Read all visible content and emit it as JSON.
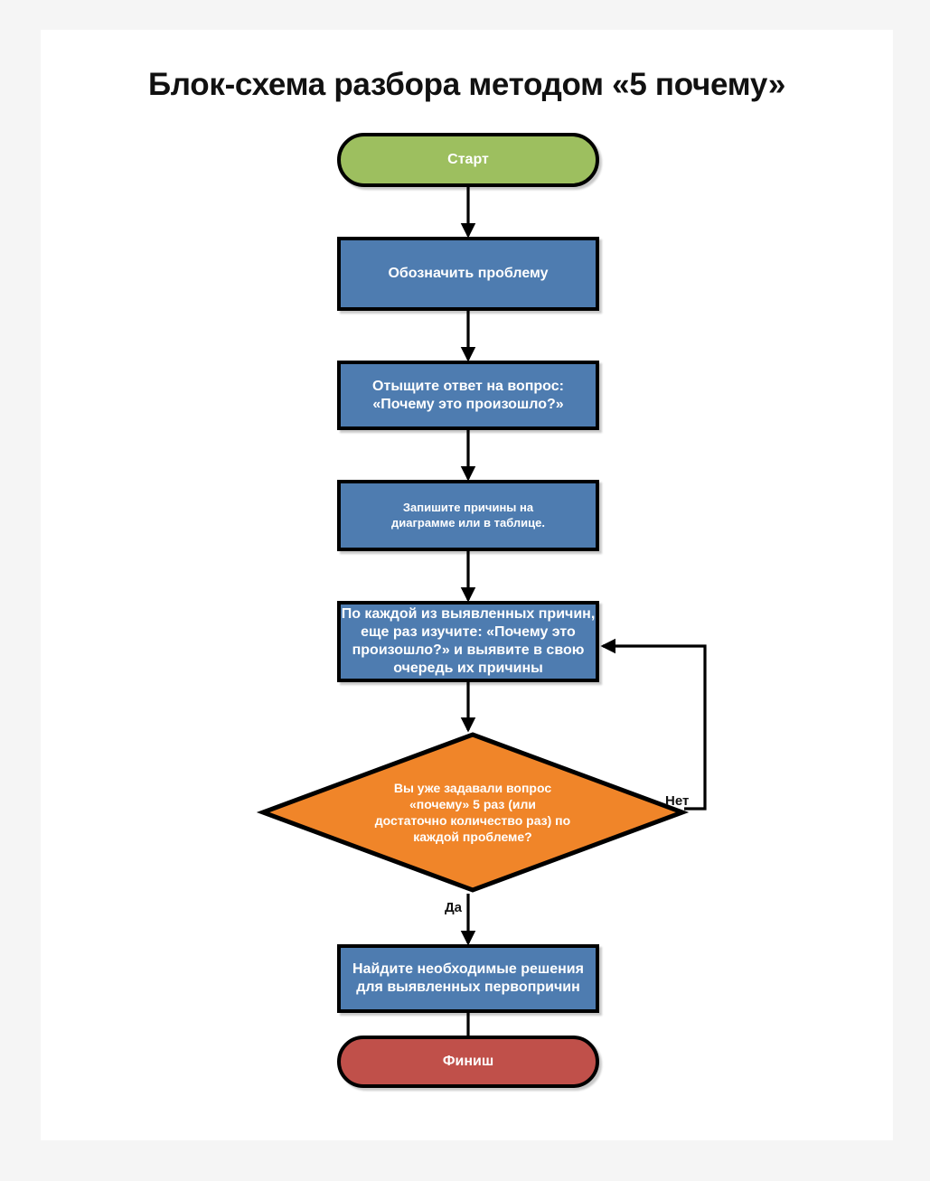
{
  "page": {
    "background_color": "#f5f5f5",
    "card_color": "#ffffff"
  },
  "header": {
    "title": "Блок-схема разбора методом «5 почему»"
  },
  "palette": {
    "start_green": "#9dbf5f",
    "process_blue": "#4e7cb0",
    "decision_orange": "#f08529",
    "end_red": "#c0504a",
    "outline_black": "#000000",
    "node_text": "#ffffff",
    "edge_label_text": "#111111"
  },
  "chart_data": {
    "type": "flowchart",
    "title": "Блок-схема разбора методом «5 почему»",
    "orientation": "top-to-bottom",
    "nodes": [
      {
        "id": "start",
        "shape": "terminator",
        "label": "Старт",
        "color": "#9dbf5f"
      },
      {
        "id": "define-problem",
        "shape": "process",
        "label": "Обозначить проблему",
        "color": "#4e7cb0"
      },
      {
        "id": "find-answer",
        "shape": "process",
        "label_lines": [
          "Отыщите ответ на вопрос:",
          "«Почему это произошло?»"
        ],
        "color": "#4e7cb0"
      },
      {
        "id": "record-causes",
        "shape": "process",
        "label_lines": [
          "Запишите причины на",
          "диаграмме или в таблице."
        ],
        "color": "#4e7cb0"
      },
      {
        "id": "repeat-why",
        "shape": "process",
        "label_lines": [
          "По каждой из выявленных причин,",
          "еще раз изучите: «Почему это",
          "произошло?» и выявите в свою",
          "очередь их причины"
        ],
        "color": "#4e7cb0"
      },
      {
        "id": "decision-five-times",
        "shape": "decision",
        "label_lines": [
          "Вы уже задавали вопрос",
          "«почему» 5 раз (или",
          "достаточно количество раз) по",
          "каждой проблеме?"
        ],
        "color": "#f08529"
      },
      {
        "id": "find-solutions",
        "shape": "process",
        "label_lines": [
          "Найдите необходимые решения",
          "для выявленных первопричин"
        ],
        "color": "#4e7cb0"
      },
      {
        "id": "finish",
        "shape": "terminator",
        "label": "Финиш",
        "color": "#c0504a"
      }
    ],
    "edges": [
      {
        "from": "start",
        "to": "define-problem",
        "label": ""
      },
      {
        "from": "define-problem",
        "to": "find-answer",
        "label": ""
      },
      {
        "from": "find-answer",
        "to": "record-causes",
        "label": ""
      },
      {
        "from": "record-causes",
        "to": "repeat-why",
        "label": ""
      },
      {
        "from": "repeat-why",
        "to": "decision-five-times",
        "label": ""
      },
      {
        "from": "decision-five-times",
        "to": "find-solutions",
        "label": "Да"
      },
      {
        "from": "decision-five-times",
        "to": "repeat-why",
        "label": "Нет"
      },
      {
        "from": "find-solutions",
        "to": "finish",
        "label": ""
      }
    ],
    "edge_labels": {
      "yes": "Да",
      "no": "Нет"
    }
  }
}
